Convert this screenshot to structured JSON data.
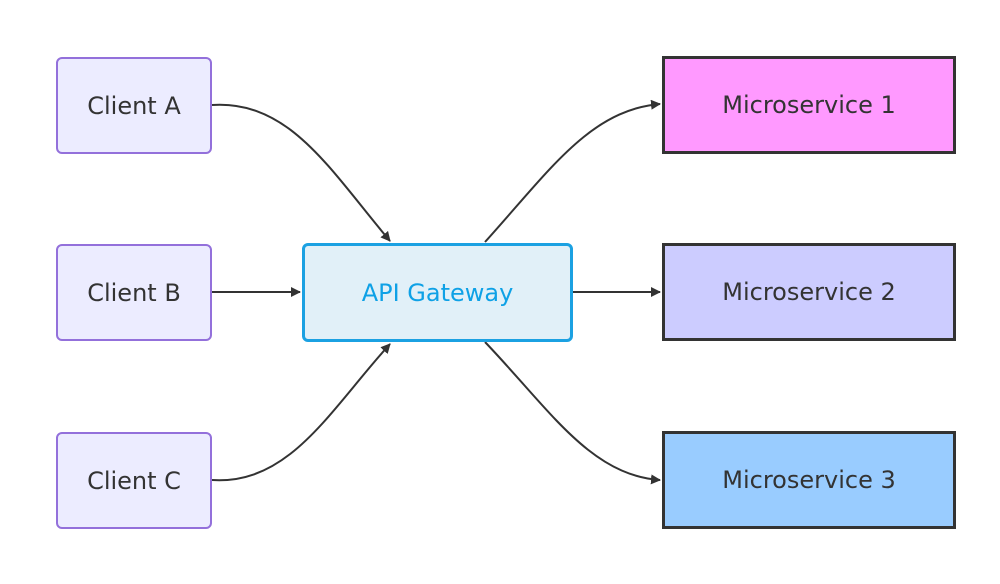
{
  "diagram": {
    "nodes": {
      "client_a": {
        "label": "Client A"
      },
      "client_b": {
        "label": "Client B"
      },
      "client_c": {
        "label": "Client C"
      },
      "gateway": {
        "label": "API Gateway",
        "fill": "#e1f0f8",
        "stroke": "#1ba1e2",
        "text_color": "#0ea1e6"
      },
      "ms1": {
        "label": "Microservice 1",
        "fill": "#ff99ff"
      },
      "ms2": {
        "label": "Microservice 2",
        "fill": "#ccccff"
      },
      "ms3": {
        "label": "Microservice 3",
        "fill": "#99ccff"
      }
    },
    "edges": [
      {
        "from": "client_a",
        "to": "gateway"
      },
      {
        "from": "client_b",
        "to": "gateway"
      },
      {
        "from": "client_c",
        "to": "gateway"
      },
      {
        "from": "gateway",
        "to": "ms1"
      },
      {
        "from": "gateway",
        "to": "ms2"
      },
      {
        "from": "gateway",
        "to": "ms3"
      }
    ],
    "colors": {
      "client_fill": "#ececff",
      "client_stroke": "#9370db",
      "service_stroke": "#333333",
      "edge": "#333333"
    }
  }
}
